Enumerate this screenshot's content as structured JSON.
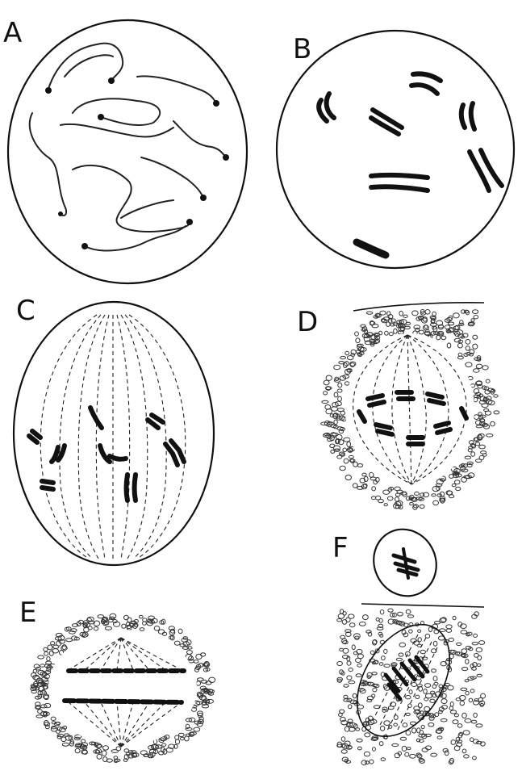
{
  "figure": {
    "panels": [
      {
        "id": "A",
        "label": "A"
      },
      {
        "id": "B",
        "label": "B"
      },
      {
        "id": "C",
        "label": "C"
      },
      {
        "id": "D",
        "label": "D"
      },
      {
        "id": "E",
        "label": "E"
      },
      {
        "id": "F",
        "label": "F"
      }
    ]
  },
  "colors": {
    "ink": "#111111",
    "paper": "#ffffff"
  }
}
